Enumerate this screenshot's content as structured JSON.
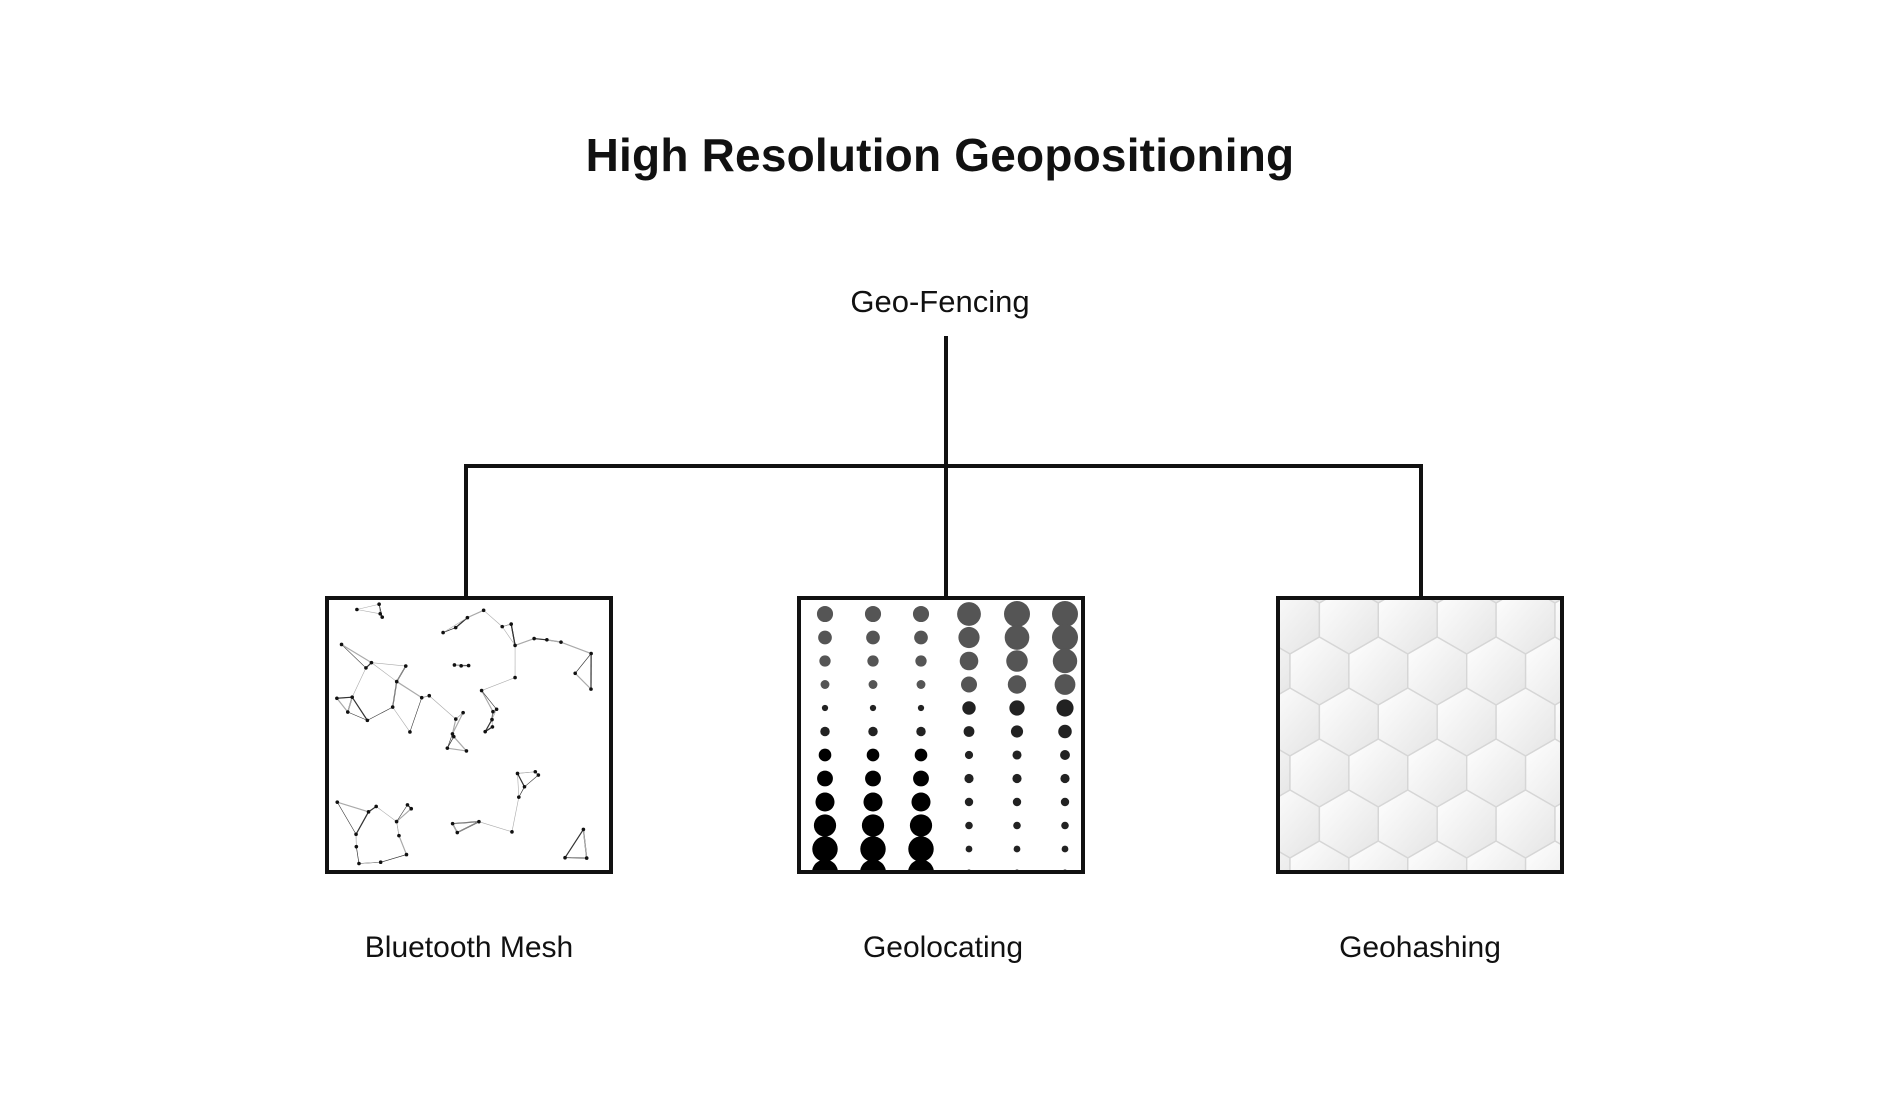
{
  "title": "High Resolution Geopositioning",
  "root": {
    "label": "Geo-Fencing"
  },
  "children": [
    {
      "label": "Bluetooth Mesh",
      "icon": "network-mesh-icon"
    },
    {
      "label": "Geolocating",
      "icon": "halftone-dots-icon"
    },
    {
      "label": "Geohashing",
      "icon": "hexagon-grid-icon"
    }
  ],
  "colors": {
    "line": "#111111",
    "background": "#ffffff"
  }
}
